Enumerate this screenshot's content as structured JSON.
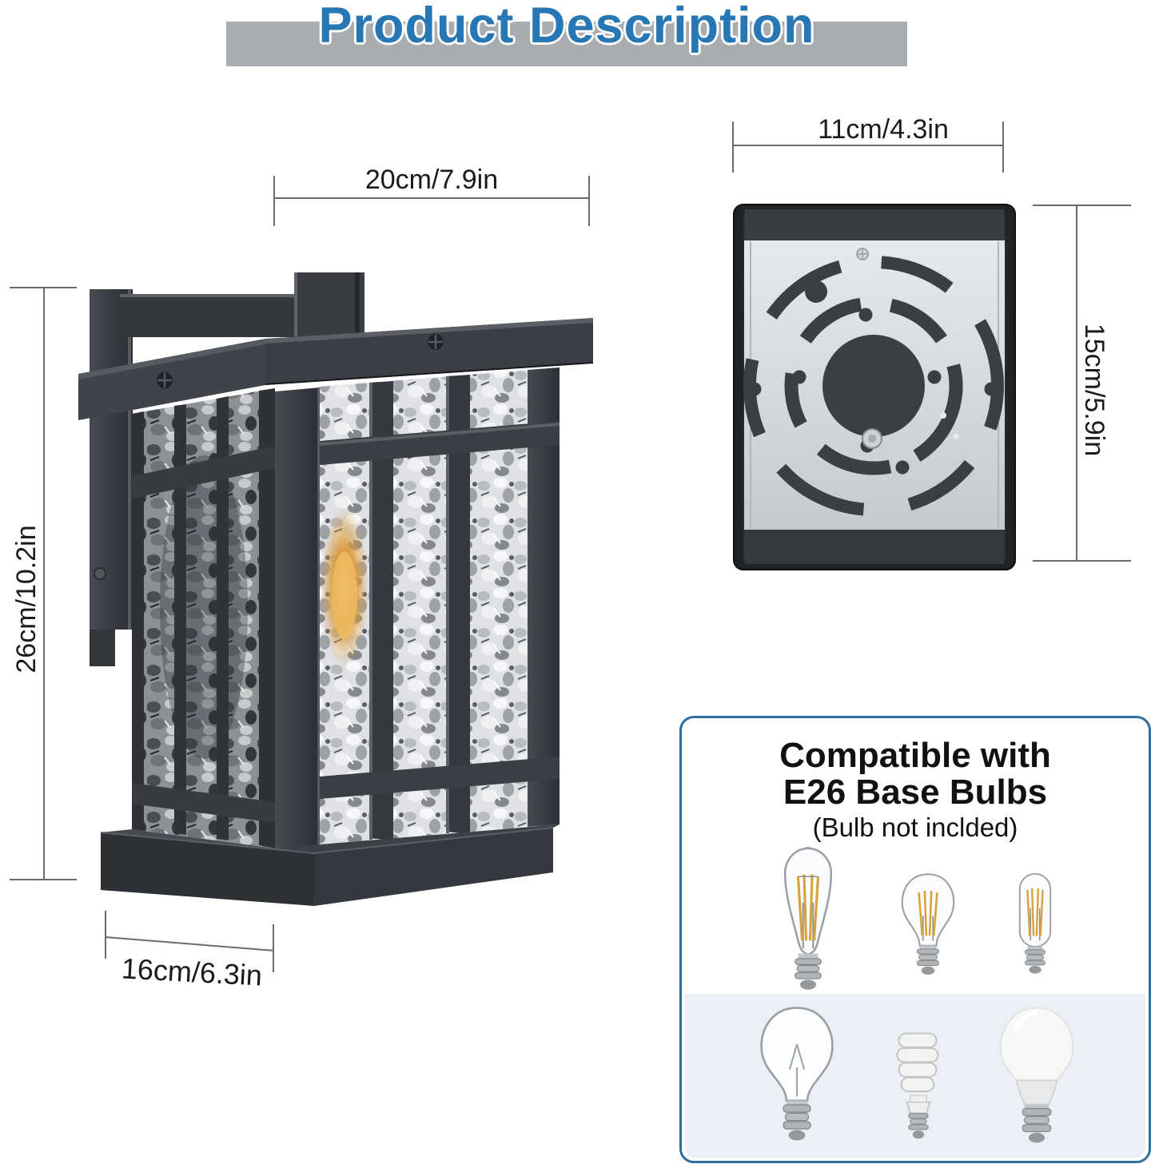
{
  "header": {
    "title": "Product Description",
    "text_color": "#2877b5",
    "bar_color": "#a9adb2"
  },
  "lantern": {
    "description": "black craftsman outdoor wall lantern with water glass panels",
    "width_label": "20cm/7.9in",
    "height_label": "26cm/10.2in",
    "depth_label": "16cm/6.3in"
  },
  "mounting_plate": {
    "description": "black mounting plate with silver round keyhole bracket",
    "width_label": "11cm/4.3in",
    "height_label": "15cm/5.9in"
  },
  "bulb_box": {
    "title_line1": "Compatible with",
    "title_line2": "E26 Base Bulbs",
    "subtitle": "(Bulb not inclded)",
    "border_color": "#2f6f9f",
    "bulbs": [
      "st64-edison-filament-bulb",
      "a19-filament-bulb",
      "t45-tubular-filament-bulb",
      "a19-clear-incandescent-bulb",
      "cfl-spiral-bulb",
      "a19-frosted-led-bulb"
    ]
  }
}
